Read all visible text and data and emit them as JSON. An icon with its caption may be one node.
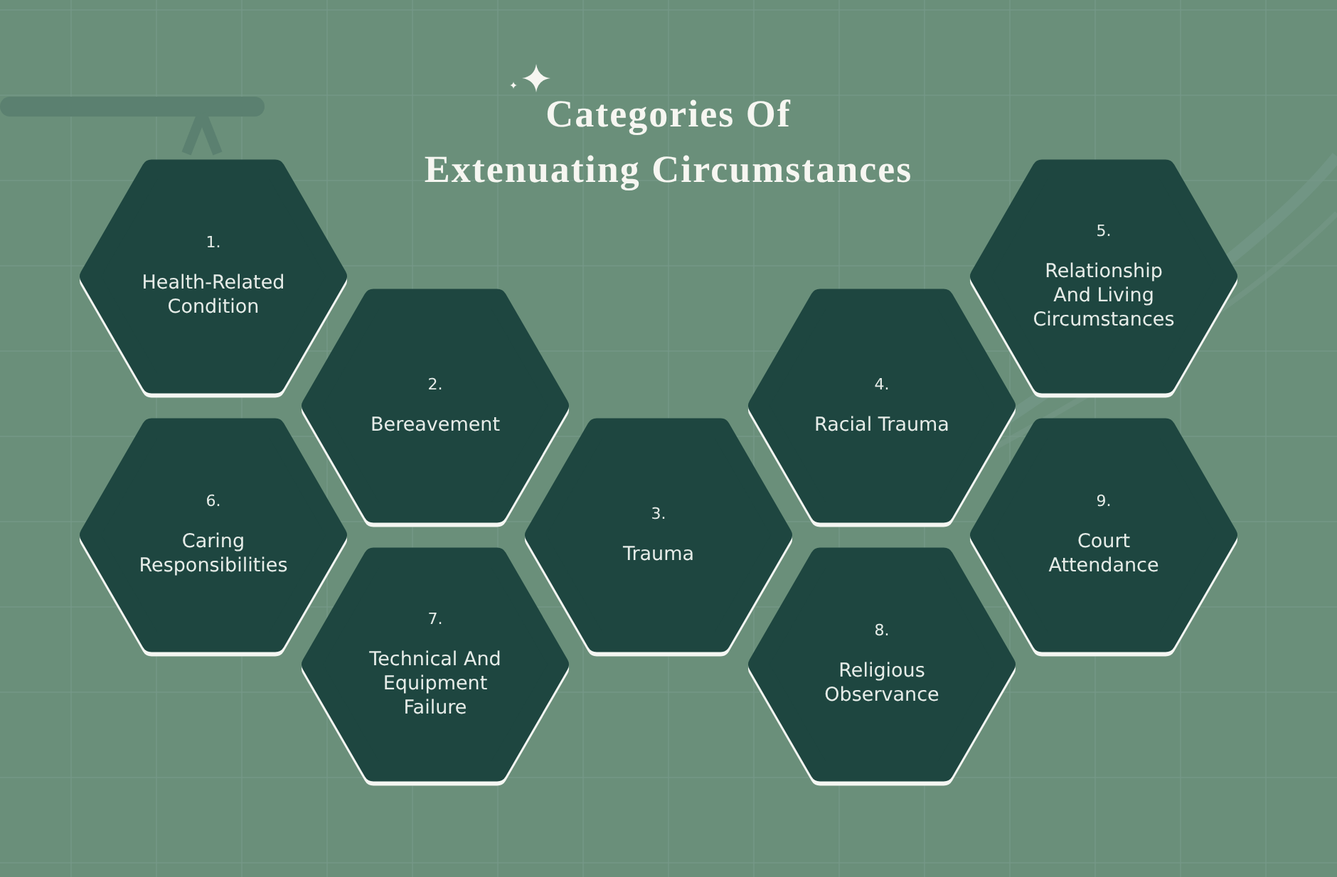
{
  "diagram": {
    "title": "Categories Of Extenuating Circumstances",
    "nodes": [
      {
        "text": [
          "1.",
          "Health-Related Condition"
        ]
      },
      {
        "text": [
          "2.",
          "Bereavement"
        ]
      },
      {
        "text": [
          "3.",
          "Trauma"
        ]
      },
      {
        "text": [
          "4.",
          "Racial Trauma"
        ]
      },
      {
        "text": [
          "5.",
          "Relationship And Living Circumstances"
        ]
      },
      {
        "text": [
          "6.",
          "Caring Responsibilities"
        ]
      },
      {
        "text": [
          "7.",
          "Technical And Equipment Failure"
        ]
      },
      {
        "text": [
          "8.",
          "Religious Observance"
        ]
      },
      {
        "text": [
          "9.",
          "Court Attendance"
        ]
      }
    ]
  }
}
